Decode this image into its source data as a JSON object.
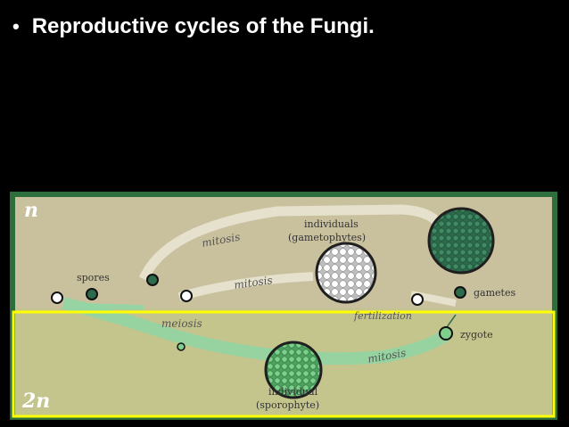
{
  "slide": {
    "bullet": "•",
    "title": "Reproductive cycles of the Fungi."
  },
  "diagram": {
    "haploid_label": "n",
    "diploid_label": "2n",
    "individuals_label": "individuals",
    "gametophytes_label": "(gametophytes)",
    "mitosis_top": "mitosis",
    "mitosis_middle": "mitosis",
    "mitosis_bottom": "mitosis",
    "spores_label": "spores",
    "gametes_label": "gametes",
    "meiosis_label": "meiosis",
    "fertilization_label": "fertilization",
    "zygote_label": "zygote",
    "individual_label": "individual",
    "sporophyte_label": "(sporophyte)",
    "colors": {
      "frame": "#2c6f3c",
      "haploid_bg": "#c9c09e",
      "diploid_bg": "#c4c48d",
      "highlight_box": "#ffff00",
      "dark_green": "#2d6b4c",
      "light_green": "#7fcf8c",
      "flow": "#e8e4d2",
      "flow_green": "#8fd6a4"
    }
  }
}
